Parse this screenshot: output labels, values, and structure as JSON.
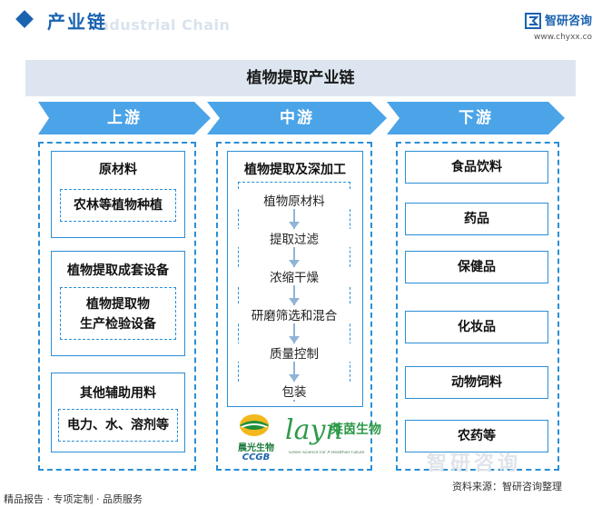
{
  "header": {
    "title": "产业链",
    "ghost_text": "Industrial Chain",
    "brand_name": "智研咨询",
    "brand_url": "www.chyxx.com"
  },
  "diagram": {
    "title": "植物提取产业链",
    "stages": {
      "upstream": "上游",
      "midstream": "中游",
      "downstream": "下游"
    },
    "upstream": {
      "raw_title": "原材料",
      "raw_item": "农林等植物种植",
      "equip_title": "植物提取成套设备",
      "equip_item_line1": "植物提取物",
      "equip_item_line2": "生产检验设备",
      "aux_title": "其他辅助用料",
      "aux_item": "电力、水、溶剂等"
    },
    "midstream": {
      "title": "植物提取及深加工",
      "steps": [
        "植物原材料",
        "提取过滤",
        "浓缩干燥",
        "研磨筛选和混合",
        "质量控制",
        "包装"
      ],
      "logo1_cn": "晨光生物",
      "logo1_en": "CCGB",
      "logo2_mark": "layn",
      "logo2_cn": "莱茵生物",
      "logo2_tag": "Green Science For A Healthier Future"
    },
    "downstream": {
      "items": [
        "食品饮料",
        "药品",
        "保健品",
        "化妆品",
        "动物饲料",
        "农药等"
      ]
    }
  },
  "footer": {
    "left": "精品报告 · 专项定制 · 品质服务",
    "source": "资料来源：智研咨询整理",
    "watermark": "智研咨询"
  },
  "colors": {
    "primary": "#1b63b0",
    "arrow": "#4ba3e8",
    "dash": "#2a8fd6",
    "frame": "#dde6f0"
  }
}
